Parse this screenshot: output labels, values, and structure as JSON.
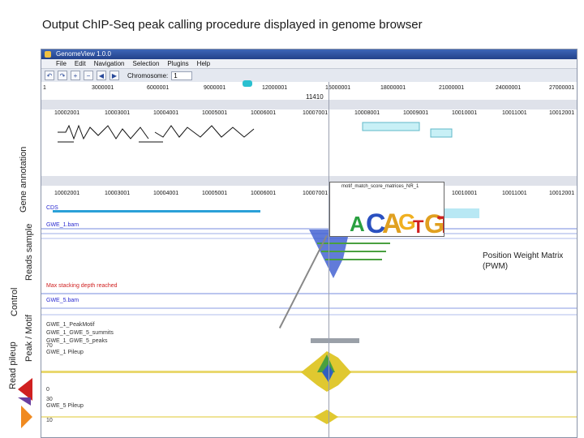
{
  "slide": {
    "title": "Output ChIP-Seq peak calling procedure displayed in genome browser",
    "side_labels": {
      "gene_annotation": "Gene annotation",
      "reads_sample": "Reads sample",
      "control": "Control",
      "peak_motif": "Peak / Motif",
      "read_pileup": "Read pileup"
    },
    "pwm_label": "Position Weight Matrix (PWM)"
  },
  "window": {
    "title": "GenomeView 1.0.0",
    "menu": [
      "File",
      "Edit",
      "Navigation",
      "Selection",
      "Plugins",
      "Help"
    ],
    "toolbar": {
      "chromosome_label": "Chromosome:",
      "chromosome_value": "1"
    }
  },
  "ruler": {
    "top": [
      "1",
      "3000001",
      "6000001",
      "9000001",
      "12000001",
      "15000001",
      "18000001",
      "21000001",
      "24000001",
      "27000001"
    ],
    "position": "11410",
    "zoom": [
      "10002001",
      "10003001",
      "10004001",
      "10005001",
      "10006001",
      "10007001",
      "10008001",
      "10009001",
      "10010001",
      "10011001",
      "10012001"
    ],
    "zoom2": [
      "10002001",
      "10003001",
      "10004001",
      "10005001",
      "10006001",
      "10007001",
      "10008001",
      "10009001",
      "10010001",
      "10011001",
      "10012001"
    ]
  },
  "tracks": {
    "cds": "CDS",
    "gwe_sam": "GWE_1.bam",
    "max_depth": "Max stacking depth reached",
    "gwe_bam2": "GWE_5.bam",
    "peak_motif": "GWE_1_PeakMotif",
    "summits": "GWE_1_GWE_5_summits",
    "peaks": "GWE_1_GWE_5_peaks",
    "pileup1": "GWE_1 Pileup",
    "pileup2": "GWE_5 Pileup",
    "motif_title": "motif_match_score_matrices_NR_1",
    "scale_top": "70",
    "scale_zero": "0",
    "scale_mid": "30",
    "scale_ten": "10"
  },
  "colors": {
    "gene": "#2aa0d8",
    "reads": "#3a5ad0",
    "control": "#3a5ad0",
    "pileup_yellow": "#e0c830",
    "pileup_green": "#4aa040",
    "pileup_blue": "#3060c0",
    "accent_red": "#d02020",
    "accent_orange": "#f08a20"
  }
}
